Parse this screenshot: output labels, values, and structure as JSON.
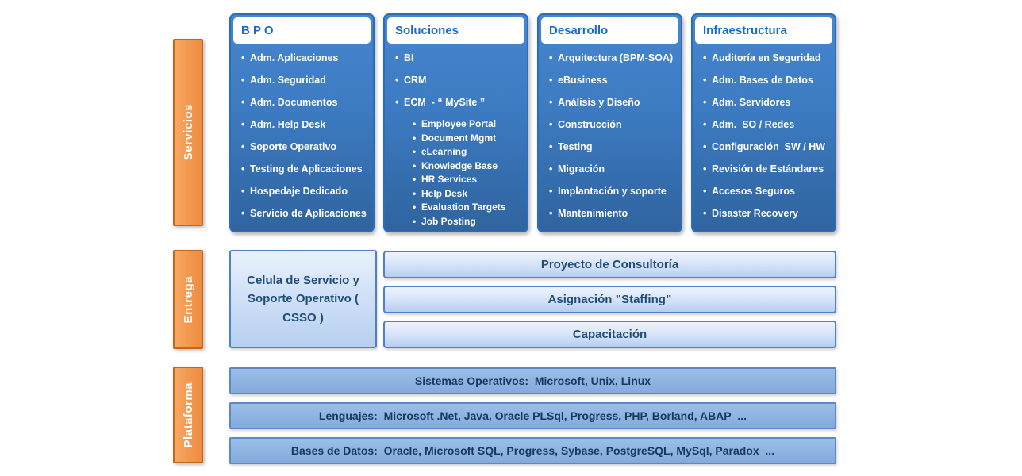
{
  "title": "Servicios / Entrega / Plataforma diagram",
  "colors": {
    "column_blue_top": "#4787cf",
    "column_blue_bottom": "#2f649f",
    "column_border": "#2a6db9",
    "column_header_text": "#1b6ac9",
    "light_bar_fill_top": "#eef4fd",
    "light_bar_fill_bottom": "#b5cef0",
    "light_bar_border": "#4f81c9",
    "light_bar_text": "#1f4e79",
    "platform_fill": "#8fb4e2",
    "platform_border": "#5b88c6",
    "platform_text": "#17375e",
    "orange_fill": "#f29a51",
    "orange_border": "#c0661d",
    "item_text": "#ffffff"
  },
  "sections": {
    "servicios": {
      "label": "Servicios",
      "columns": [
        {
          "title": "B P O",
          "items": [
            {
              "text": "Adm. Aplicaciones",
              "level": 1
            },
            {
              "text": "Adm. Seguridad",
              "level": 1
            },
            {
              "text": "Adm. Documentos",
              "level": 1
            },
            {
              "text": "Adm. Help Desk",
              "level": 1
            },
            {
              "text": "Soporte Operativo",
              "level": 1
            },
            {
              "text": "Testing de Aplicaciones",
              "level": 1
            },
            {
              "text": "Hospedaje Dedicado",
              "level": 1
            },
            {
              "text": "Servicio de Aplicaciones",
              "level": 1
            }
          ]
        },
        {
          "title": "Soluciones",
          "items": [
            {
              "text": "BI",
              "level": 1
            },
            {
              "text": "CRM",
              "level": 1
            },
            {
              "text": "ECM  - “ MySite ”",
              "level": 1
            },
            {
              "text": "Employee Portal",
              "level": 2
            },
            {
              "text": "Document Mgmt",
              "level": 2
            },
            {
              "text": "eLearning",
              "level": 2
            },
            {
              "text": "Knowledge Base",
              "level": 2
            },
            {
              "text": "HR Services",
              "level": 2
            },
            {
              "text": "Help Desk",
              "level": 2
            },
            {
              "text": "Evaluation Targets",
              "level": 2
            },
            {
              "text": "Job Posting",
              "level": 2
            }
          ]
        },
        {
          "title": "Desarrollo",
          "items": [
            {
              "text": "Arquitectura (BPM-SOA)",
              "level": 1
            },
            {
              "text": "eBusiness",
              "level": 1
            },
            {
              "text": "Análisis y Diseño",
              "level": 1
            },
            {
              "text": "Construcción",
              "level": 1
            },
            {
              "text": "Testing",
              "level": 1
            },
            {
              "text": "Migración",
              "level": 1
            },
            {
              "text": "Implantación y soporte",
              "level": 1
            },
            {
              "text": "Mantenimiento",
              "level": 1
            }
          ]
        },
        {
          "title": "Infraestructura",
          "items": [
            {
              "text": "Auditoría en Seguridad",
              "level": 1
            },
            {
              "text": "Adm. Bases de Datos",
              "level": 1
            },
            {
              "text": "Adm. Servidores",
              "level": 1
            },
            {
              "text": "Adm.  SO / Redes",
              "level": 1
            },
            {
              "text": "Configuración  SW / HW",
              "level": 1
            },
            {
              "text": "Revisión de Estándares",
              "level": 1
            },
            {
              "text": "Accesos Seguros",
              "level": 1
            },
            {
              "text": "Disaster Recovery",
              "level": 1
            }
          ]
        }
      ]
    },
    "entrega": {
      "label": "Entrega",
      "csso_box": "Celula de Servicio y Soporte Operativo ( CSSO )",
      "bars": [
        "Proyecto de Consultoría",
        "Asignación ”Staffing”",
        "Capacitación"
      ]
    },
    "plataforma": {
      "label": "Plataforma",
      "rows": [
        "Sistemas Operativos:  Microsoft, Unix, Linux",
        "Lenguajes:  Microsoft .Net, Java, Oracle PLSql, Progress, PHP, Borland, ABAP  ...",
        "Bases de Datos:  Oracle, Microsoft SQL, Progress, Sybase, PostgreSQL, MySql, Paradox  ..."
      ]
    }
  }
}
